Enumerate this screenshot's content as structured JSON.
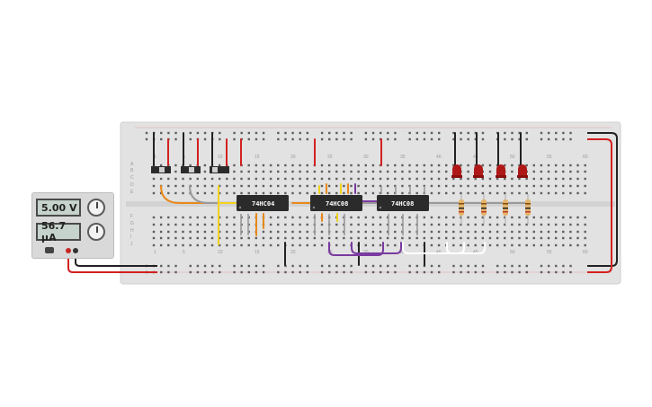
{
  "power_supply": {
    "voltage_display": "5.00 V",
    "current_display": "56.7 µA"
  },
  "breadboard": {
    "column_numbers": [
      "1",
      "5",
      "10",
      "15",
      "20",
      "25",
      "30",
      "35",
      "40",
      "45",
      "50",
      "55",
      "60"
    ],
    "row_letters_top": [
      "A",
      "B",
      "C",
      "D",
      "E"
    ],
    "row_letters_bottom": [
      "F",
      "G",
      "H",
      "I",
      "J"
    ]
  },
  "chips": [
    {
      "label": "74HC04"
    },
    {
      "label": "74HC08"
    },
    {
      "label": "74HC08"
    }
  ],
  "colors": {
    "board": "#e2e2e2",
    "hole": "#5d5d5d",
    "chip": "#2b2b2b",
    "led": "#b01818",
    "wire_red": "#d32020",
    "wire_black": "#222222",
    "wire_yellow": "#f2d21a",
    "wire_orange": "#e8891a",
    "wire_purple": "#7a3aa0",
    "wire_gray": "#9a9a9a",
    "wire_white": "#ffffff"
  }
}
